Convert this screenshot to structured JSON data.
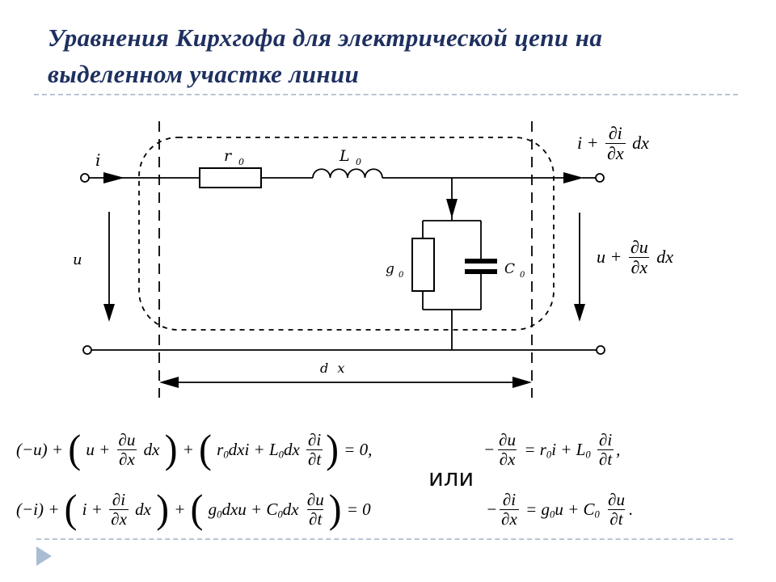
{
  "slide": {
    "title_line1": "Уравнения Кирхгофа для электрической цепи на",
    "title_line2": "выделенном участке линии",
    "or_label": "или",
    "colors": {
      "title": "#1e3060",
      "separator": "#b9c6d6",
      "triangle": "#a9bdd3",
      "ink": "#000000"
    }
  },
  "circuit": {
    "labels": {
      "current_in": "i",
      "voltage_in": "u",
      "resistor_main": "r",
      "resistor_sub": "0",
      "inductor_main": "L",
      "inductor_sub": "0",
      "conductance_main": "g",
      "conductance_sub": "0",
      "capacitor_main": "C",
      "capacitor_sub": "0",
      "segment_length": "d x"
    },
    "out_current_tokens": [
      {
        "t": "txt",
        "v": "i + "
      },
      {
        "t": "frac",
        "num": "∂i",
        "den": "∂x"
      },
      {
        "t": "txt",
        "v": " dx"
      }
    ],
    "out_voltage_tokens": [
      {
        "t": "txt",
        "v": "u + "
      },
      {
        "t": "frac",
        "num": "∂u",
        "den": "∂x"
      },
      {
        "t": "txt",
        "v": " dx"
      }
    ]
  },
  "equations": {
    "kirchhoff_voltage_tokens": [
      {
        "t": "txt",
        "v": "(−u) + "
      },
      {
        "t": "big",
        "v": "("
      },
      {
        "t": "txt",
        "v": " u + "
      },
      {
        "t": "frac",
        "num": "∂u",
        "den": "∂x"
      },
      {
        "t": "txt",
        "v": " dx "
      },
      {
        "t": "big",
        "v": ")"
      },
      {
        "t": "txt",
        "v": " + "
      },
      {
        "t": "big",
        "v": "("
      },
      {
        "t": "txt",
        "v": " r"
      },
      {
        "t": "sub",
        "v": "0"
      },
      {
        "t": "txt",
        "v": "dxi + L"
      },
      {
        "t": "sub",
        "v": "0"
      },
      {
        "t": "txt",
        "v": "dx "
      },
      {
        "t": "frac",
        "num": "∂i",
        "den": "∂t"
      },
      {
        "t": "big",
        "v": ")"
      },
      {
        "t": "txt",
        "v": " = 0,"
      }
    ],
    "kirchhoff_current_tokens": [
      {
        "t": "txt",
        "v": "(−i) + "
      },
      {
        "t": "big",
        "v": "("
      },
      {
        "t": "txt",
        "v": " i + "
      },
      {
        "t": "frac",
        "num": "∂i",
        "den": "∂x"
      },
      {
        "t": "txt",
        "v": " dx "
      },
      {
        "t": "big",
        "v": ")"
      },
      {
        "t": "txt",
        "v": " + "
      },
      {
        "t": "big",
        "v": "("
      },
      {
        "t": "txt",
        "v": " g"
      },
      {
        "t": "sub",
        "v": "0"
      },
      {
        "t": "txt",
        "v": "dxu + C"
      },
      {
        "t": "sub",
        "v": "0"
      },
      {
        "t": "txt",
        "v": "dx "
      },
      {
        "t": "frac",
        "num": "∂u",
        "den": "∂t"
      },
      {
        "t": "big",
        "v": ")"
      },
      {
        "t": "txt",
        "v": " = 0"
      }
    ],
    "telegraph_voltage_tokens": [
      {
        "t": "txt",
        "v": "−"
      },
      {
        "t": "frac",
        "num": "∂u",
        "den": "∂x"
      },
      {
        "t": "txt",
        "v": " = r"
      },
      {
        "t": "sub",
        "v": "0"
      },
      {
        "t": "txt",
        "v": "i + L"
      },
      {
        "t": "sub",
        "v": "0"
      },
      {
        "t": "txt",
        "v": " "
      },
      {
        "t": "frac",
        "num": "∂i",
        "den": "∂t"
      },
      {
        "t": "txt",
        "v": ","
      }
    ],
    "telegraph_current_tokens": [
      {
        "t": "txt",
        "v": "−"
      },
      {
        "t": "frac",
        "num": "∂i",
        "den": "∂x"
      },
      {
        "t": "txt",
        "v": " = g"
      },
      {
        "t": "sub",
        "v": "0"
      },
      {
        "t": "txt",
        "v": "u + C"
      },
      {
        "t": "sub",
        "v": "0"
      },
      {
        "t": "txt",
        "v": " "
      },
      {
        "t": "frac",
        "num": "∂u",
        "den": "∂t"
      },
      {
        "t": "txt",
        "v": "."
      }
    ]
  }
}
